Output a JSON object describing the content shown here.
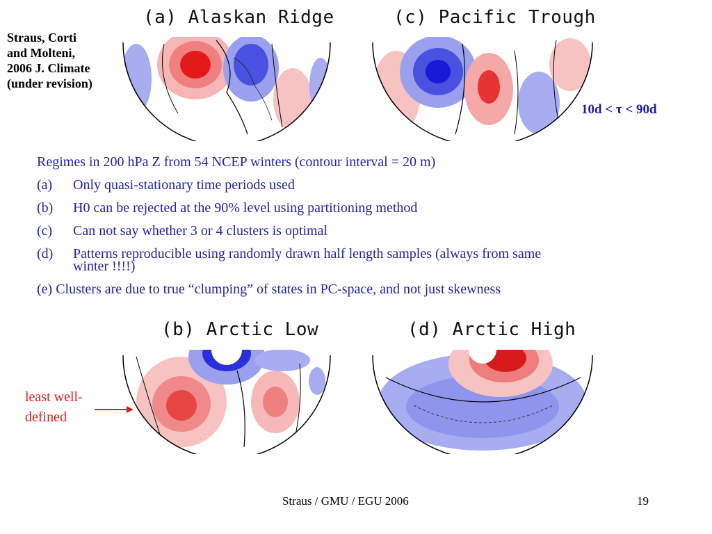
{
  "citation": [
    "Straus, Corti",
    "and Molteni,",
    "2006 J. Climate",
    "(under revision)"
  ],
  "panels": {
    "a": {
      "title": "(a) Alaskan Ridge"
    },
    "c": {
      "title": "(c) Pacific Trough"
    },
    "b": {
      "title": "(b) Arctic Low"
    },
    "d": {
      "title": "(d) Arctic High"
    }
  },
  "timescale": "10d < τ < 90d",
  "intro": "Regimes in 200 hPa Z from 54 NCEP winters  (contour interval = 20 m)",
  "items": [
    {
      "mark": "(a)",
      "text": "Only quasi-stationary time periods used"
    },
    {
      "mark": "(b)",
      "text": "H0 can be rejected at the 90% level using partitioning method"
    },
    {
      "mark": "(c)",
      "text": "Can not say whether 3 or 4 clusters is optimal"
    },
    {
      "mark": "(d)",
      "text": "Patterns reproducible using randomly drawn half length samples (always from same",
      "text2": "winter !!!!)"
    }
  ],
  "closing": "(e) Clusters are due to true “clumping” of states in PC-space, and not just skewness",
  "note": [
    "least well-",
    "defined"
  ],
  "footer": "Straus / GMU / EGU 2006",
  "page_number": "19",
  "colors": {
    "text_blue": "#2323a8",
    "note_red": "#e11b1b",
    "positive_fill": "#f4b8b8",
    "positive_core": "#e31a1a",
    "negative_fill": "#9aa0ee",
    "negative_core": "#1a1ad6"
  }
}
